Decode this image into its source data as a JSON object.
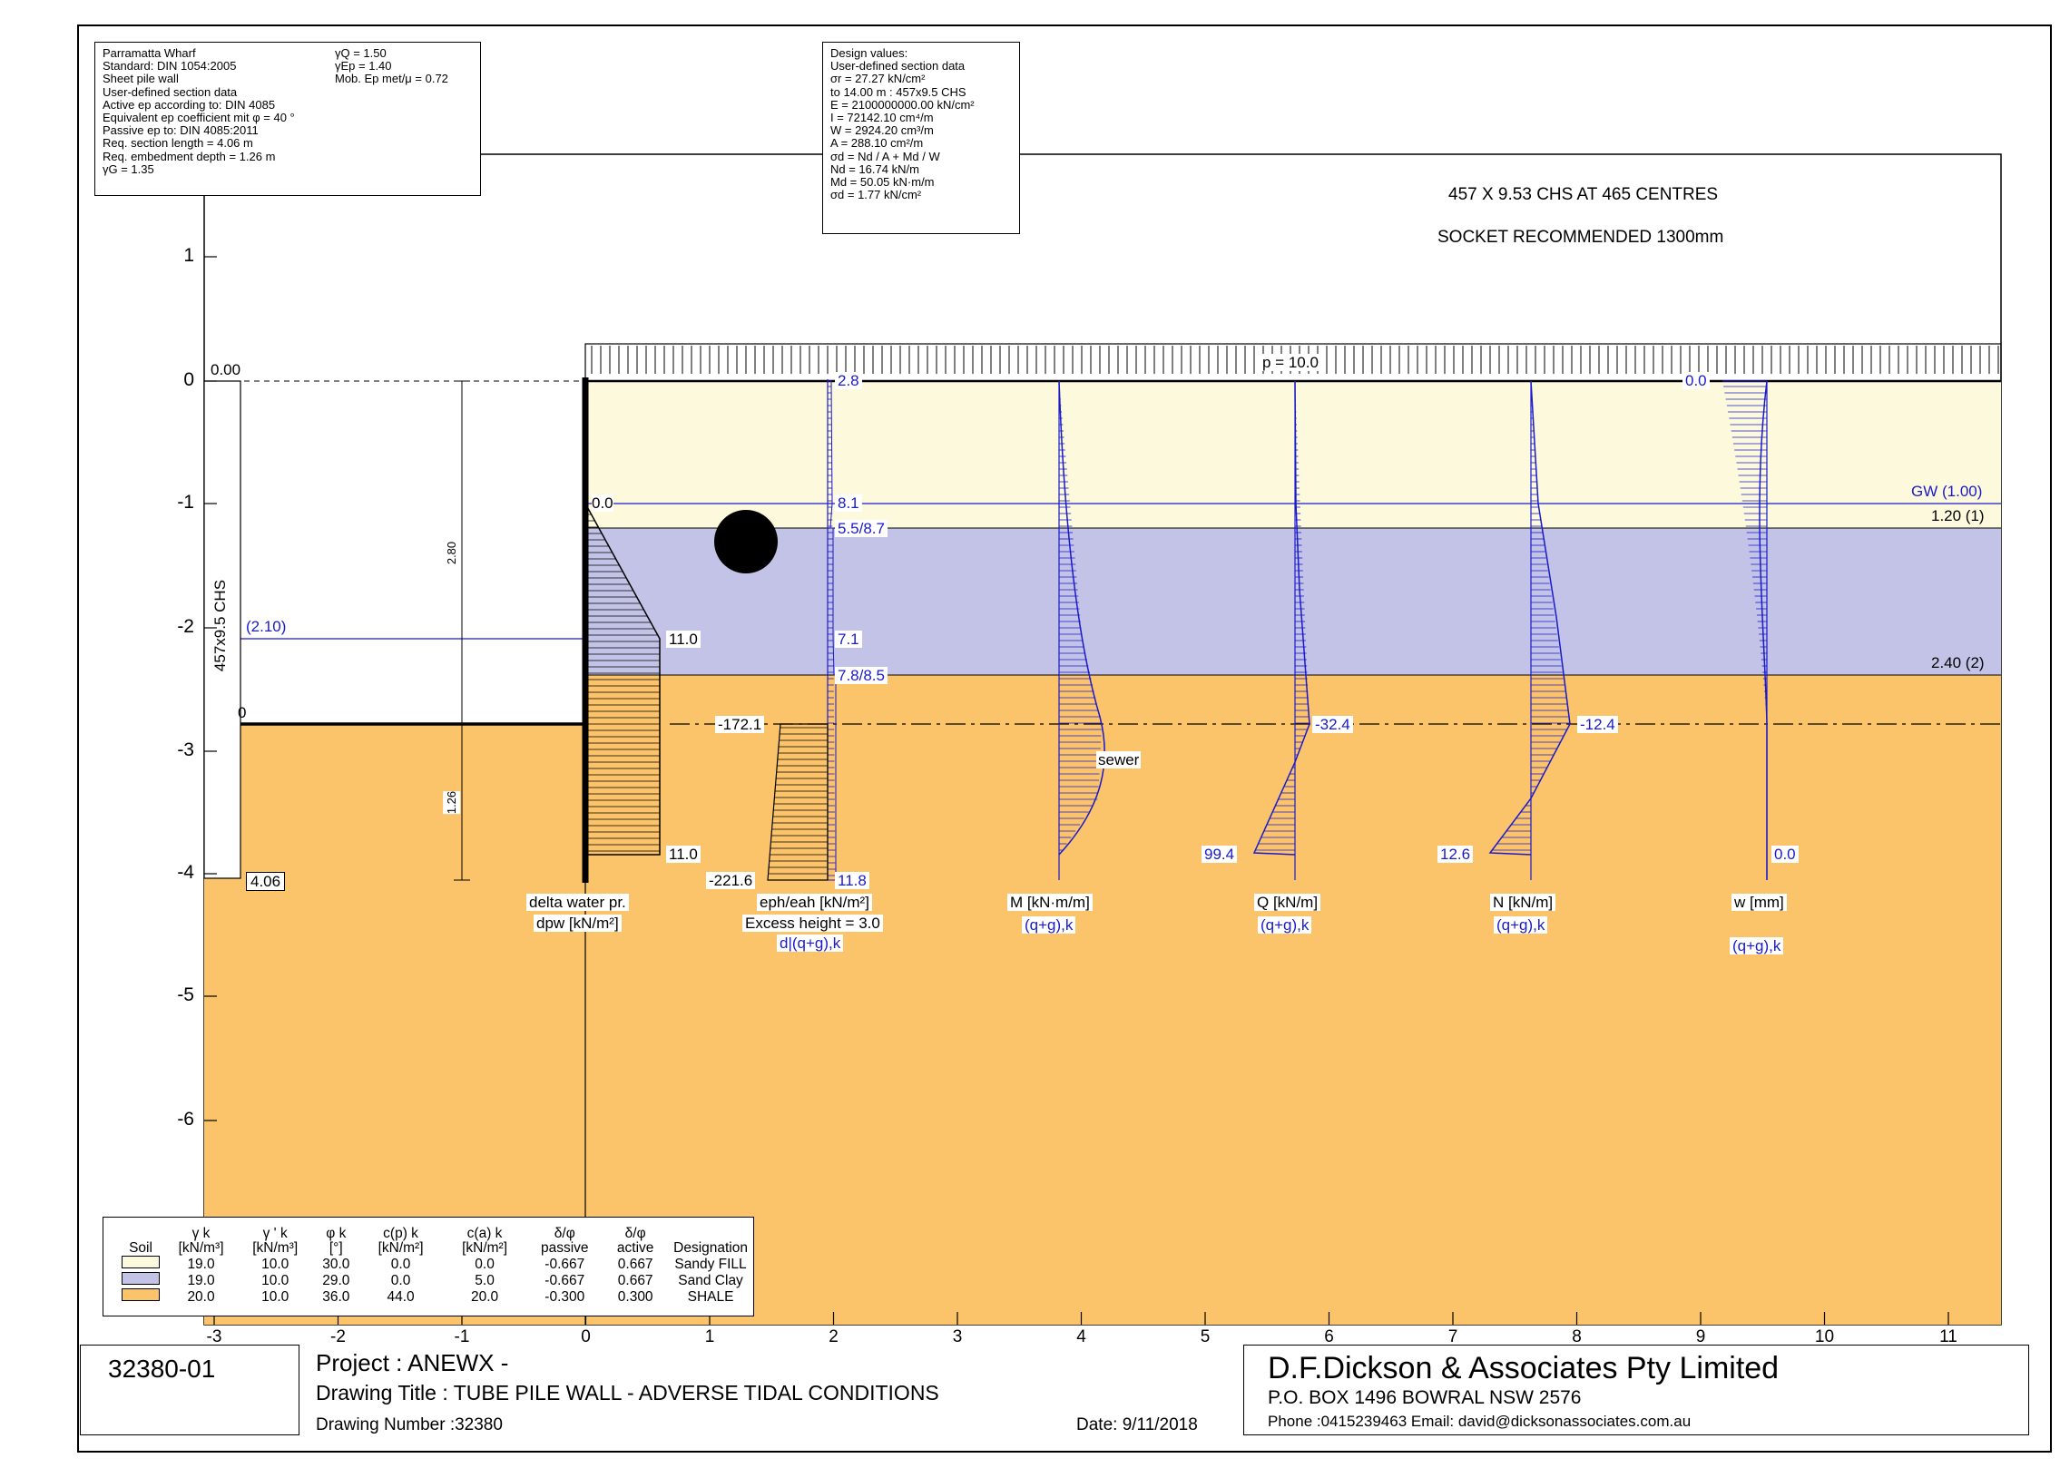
{
  "info_left": {
    "col1": [
      "Parramatta Wharf",
      "Standard:  DIN 1054:2005",
      "Sheet pile wall",
      "User-defined section data",
      "Active ep according to: DIN 4085",
      "Equivalent ep coefficient mit φ = 40 °",
      "Passive ep to: DIN 4085:2011",
      "Req. section length = 4.06 m",
      "Req. embedment depth = 1.26 m",
      "γG = 1.35"
    ],
    "col2": [
      "γQ = 1.50",
      "γEp = 1.40",
      "Mob. Ep met/μ = 0.72"
    ]
  },
  "info_design": [
    "Design values:",
    "User-defined section data",
    "σr =  27.27 kN/cm²",
    "to 14.00 m   : 457x9.5  CHS",
    "E = 2100000000.00 kN/cm²",
    "I = 72142.10 cm⁴/m",
    "W = 2924.20 cm³/m",
    "A = 288.10 cm²/m",
    "σd = Nd / A + Md / W",
    "Nd = 16.74 kN/m",
    "Md = 50.05 kN·m/m",
    "σd = 1.77 kN/cm²"
  ],
  "header_notes": [
    "457 X 9.53 CHS AT 465 CENTRES",
    "SOCKET RECOMMENDED 1300mm"
  ],
  "axes": {
    "y_ticks": [
      "1",
      "0",
      "-1",
      "-2",
      "-3",
      "-4",
      "-5",
      "-6"
    ],
    "x_ticks": [
      "-3",
      "-2",
      "-1",
      "0",
      "1",
      "2",
      "3",
      "4",
      "5",
      "6",
      "7",
      "8",
      "9",
      "10",
      "11"
    ]
  },
  "surface_load": "p = 10.0",
  "level_labels": {
    "top": "0.00",
    "pile_len": "4.06",
    "gw_right": "GW (1.00)",
    "layer1": "1.20 (1)",
    "layer2": "2.40 (2)",
    "gw_left": "(2.10)",
    "dim_upper": "2.80",
    "dim_lower": "1.26",
    "section": "457x9.5  CHS",
    "excavation": "0"
  },
  "diagram_values": {
    "dpw_top": "0.0",
    "dpw_mid": "11.0",
    "dpw_bot": "11.0",
    "e_top": "2.8",
    "e_gw": "8.1",
    "e_layer1": "5.5/8.7",
    "e_mid": "7.1",
    "e_layer2": "7.8/8.5",
    "ep_top": "-172.1",
    "ep_bot": "-221.6",
    "e_bot": "11.8",
    "q_exc": "-32.4",
    "q_bot": "99.4",
    "n_exc": "-12.4",
    "n_bot": "12.6",
    "w_top": "0.0",
    "w_bot": "0.0",
    "sewer": "sewer"
  },
  "diagram_titles": {
    "dpw1": "delta water pr.",
    "dpw2": "dpw [kN/m²]",
    "e1": "eph/eah [kN/m²]",
    "e2": "Excess height = 3.0",
    "e3": "d|(q+g),k",
    "m1": "M [kN·m/m]",
    "m2": "(q+g),k",
    "q1": "Q [kN/m]",
    "q2": "(q+g),k",
    "n1": "N [kN/m]",
    "n2": "(q+g),k",
    "w1": "w [mm]",
    "w2": "(q+g),k"
  },
  "soil_table": {
    "headers": [
      "Soil",
      "γ k [kN/m³]",
      "γ ' k [kN/m³]",
      "φ k [°]",
      "c(p) k [kN/m²]",
      "c(a) k [kN/m²]",
      "δ/φ passive",
      "δ/φ active",
      "Designation"
    ],
    "rows": [
      {
        "color": "#fdf9dc",
        "values": [
          "19.0",
          "10.0",
          "30.0",
          "0.0",
          "0.0",
          "-0.667",
          "0.667",
          "Sandy FILL"
        ]
      },
      {
        "color": "#c2c3e6",
        "values": [
          "19.0",
          "10.0",
          "29.0",
          "0.0",
          "5.0",
          "-0.667",
          "0.667",
          "Sand Clay"
        ]
      },
      {
        "color": "#fcc46a",
        "values": [
          "20.0",
          "10.0",
          "36.0",
          "44.0",
          "20.0",
          "-0.300",
          "0.300",
          "SHALE"
        ]
      }
    ]
  },
  "title_block": {
    "job": "32380-01",
    "project": "Project : ANEWX -",
    "drawing_title": "Drawing Title : TUBE PILE WALL -   ADVERSE TIDAL CONDITIONS",
    "drawing_number": "Drawing Number :32380",
    "date": "Date: 9/11/2018",
    "company": "D.F.Dickson & Associates Pty Limited",
    "address": "P.O. BOX 1496 BOWRAL NSW 2576",
    "contact": "Phone :0415239463   Email: david@dicksonassociates.com.au"
  },
  "colors": {
    "fill": "#fdf9dc",
    "clay": "#c2c3e6",
    "shale": "#fcc46a",
    "blue": "#1a1acc"
  }
}
